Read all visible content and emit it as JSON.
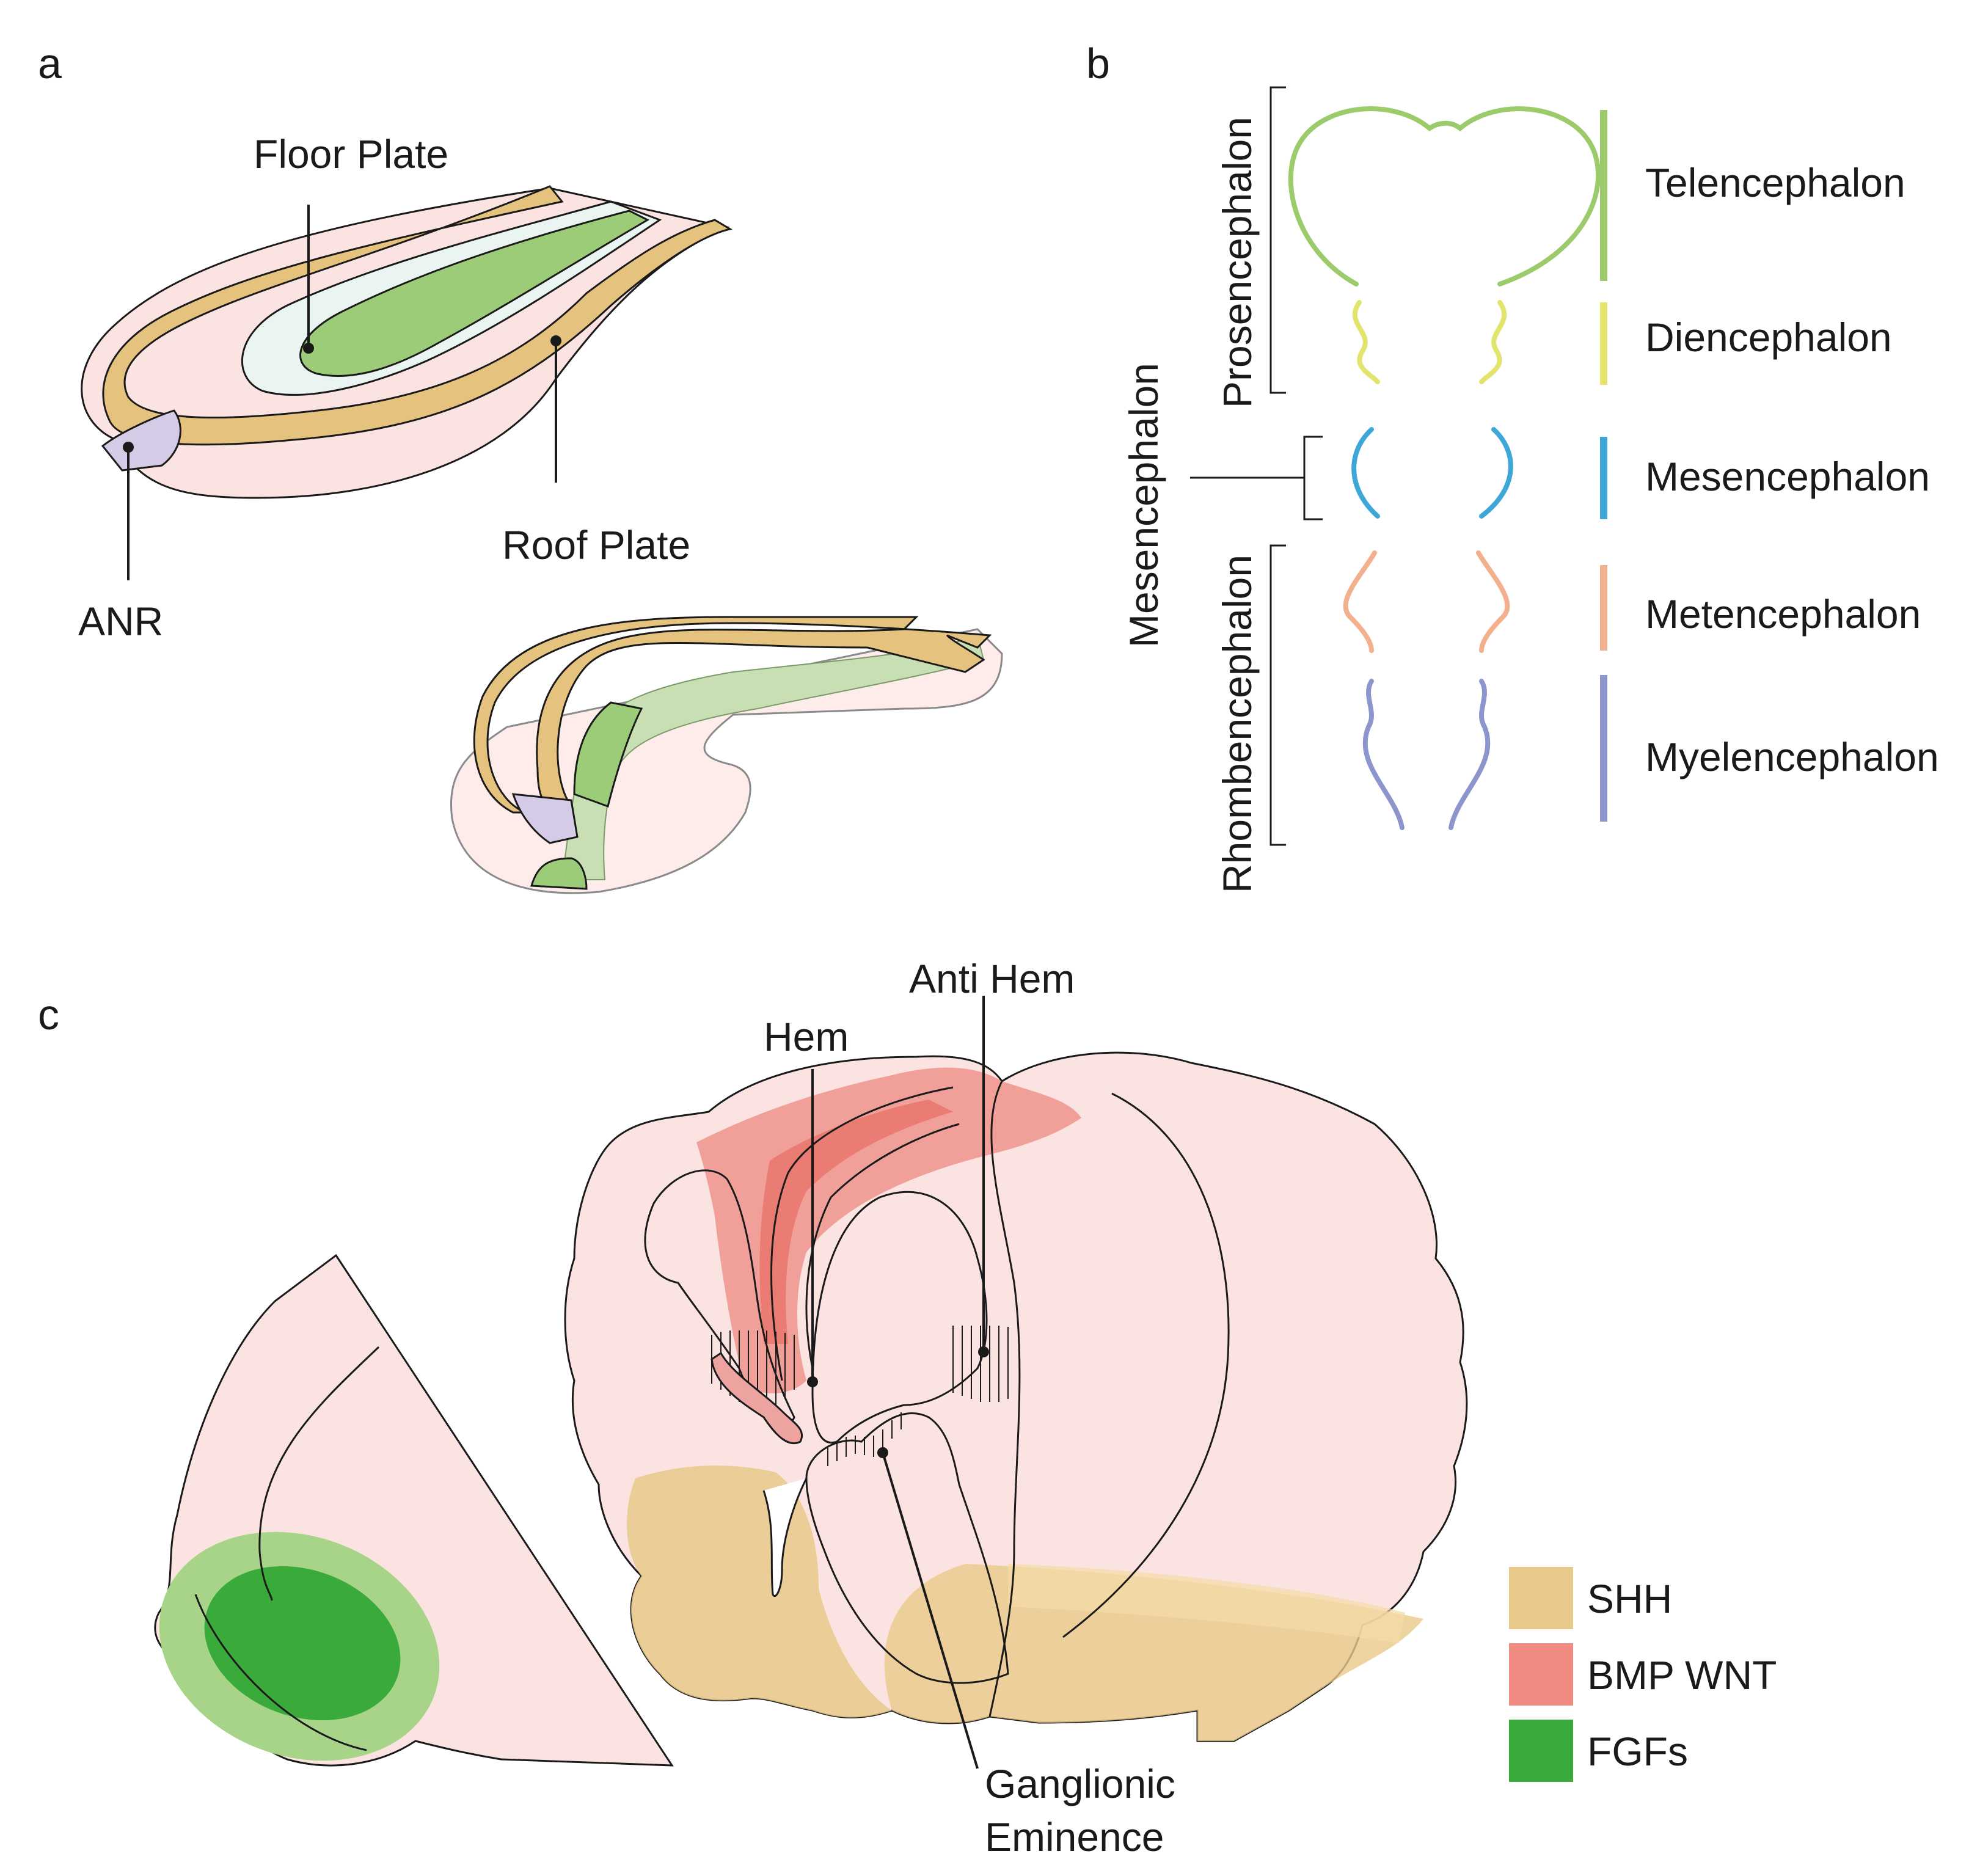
{
  "panels": {
    "a": {
      "letter": "a",
      "labels": {
        "floor_plate": "Floor Plate",
        "roof_plate": "Roof Plate",
        "anr": "ANR"
      }
    },
    "b": {
      "letter": "b",
      "brackets": {
        "prosencephalon": "Prosencephalon",
        "mesencephalon": "Mesencephalon",
        "rhombencephalon": "Rhombencephalon"
      },
      "segments": [
        {
          "name": "Telencephalon",
          "color": "#9bcb6b"
        },
        {
          "name": "Diencephalon",
          "color": "#e2e46c"
        },
        {
          "name": "Mesencephalon",
          "color": "#3fa7d8"
        },
        {
          "name": "Metencephalon",
          "color": "#f2b08f"
        },
        {
          "name": "Myelencephalon",
          "color": "#8c96cc"
        }
      ]
    },
    "c": {
      "letter": "c",
      "labels": {
        "hem": "Hem",
        "anti_hem": "Anti Hem",
        "ganglionic_line1": "Ganglionic",
        "ganglionic_line2": "Eminence"
      }
    }
  },
  "legend": [
    {
      "label": "SHH",
      "color": "#e8c98a"
    },
    {
      "label": "BMP WNT",
      "color": "#ee8a80"
    },
    {
      "label": "FGFs",
      "color": "#3aaa3a"
    }
  ],
  "colors": {
    "tissue": "#fbe3e1",
    "roof_tan": "#e6c27f",
    "floor_green": "#9ccc78",
    "anr_purple": "#d6cbe6",
    "outline": "#1a1a1a"
  }
}
